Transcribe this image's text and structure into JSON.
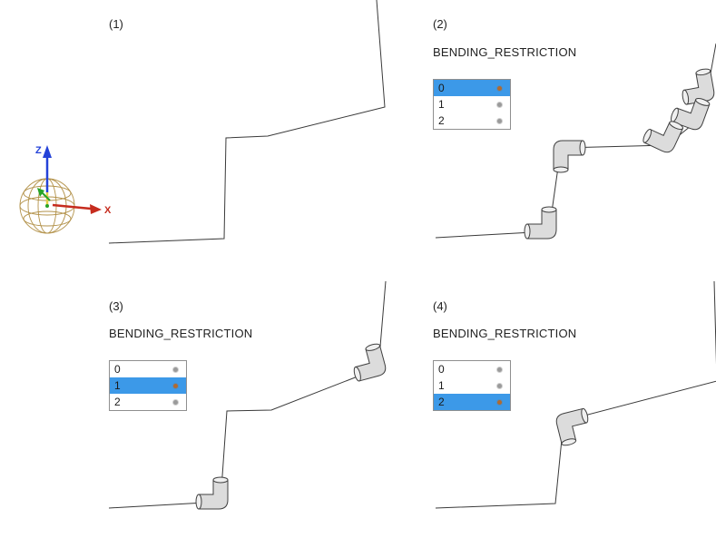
{
  "figure": {
    "background_color": "#ffffff"
  },
  "panels": [
    {
      "label": "(1)"
    },
    {
      "label": "(2)",
      "param_title": "BENDING_RESTRICTION",
      "options": [
        "0",
        "1",
        "2"
      ],
      "selected_index": 0,
      "selected_option": "0"
    },
    {
      "label": "(3)",
      "param_title": "BENDING_RESTRICTION",
      "options": [
        "0",
        "1",
        "2"
      ],
      "selected_index": 1,
      "selected_option": "1"
    },
    {
      "label": "(4)",
      "param_title": "BENDING_RESTRICTION",
      "options": [
        "0",
        "1",
        "2"
      ],
      "selected_index": 2,
      "selected_option": "2"
    }
  ],
  "triad": {
    "x_label": "X",
    "z_label": "Z",
    "x_color": "#c62c1e",
    "z_color": "#2442d8",
    "y_color": "#27a327",
    "sphere_color": "#b3924a",
    "highlight_color": "#e3cf45"
  },
  "colors": {
    "pipe_line": "#3a3a3a",
    "selection_highlight": "#3c99e8",
    "selected_dot": "#b06a30",
    "unselected_dot": "#9a9a9a",
    "fitting_fill": "#dcdcdc",
    "fitting_cap": "#f0f0f0",
    "fitting_outline": "#3f3f3f",
    "listbox_border": "#8f8f8f",
    "text": "#222222"
  }
}
